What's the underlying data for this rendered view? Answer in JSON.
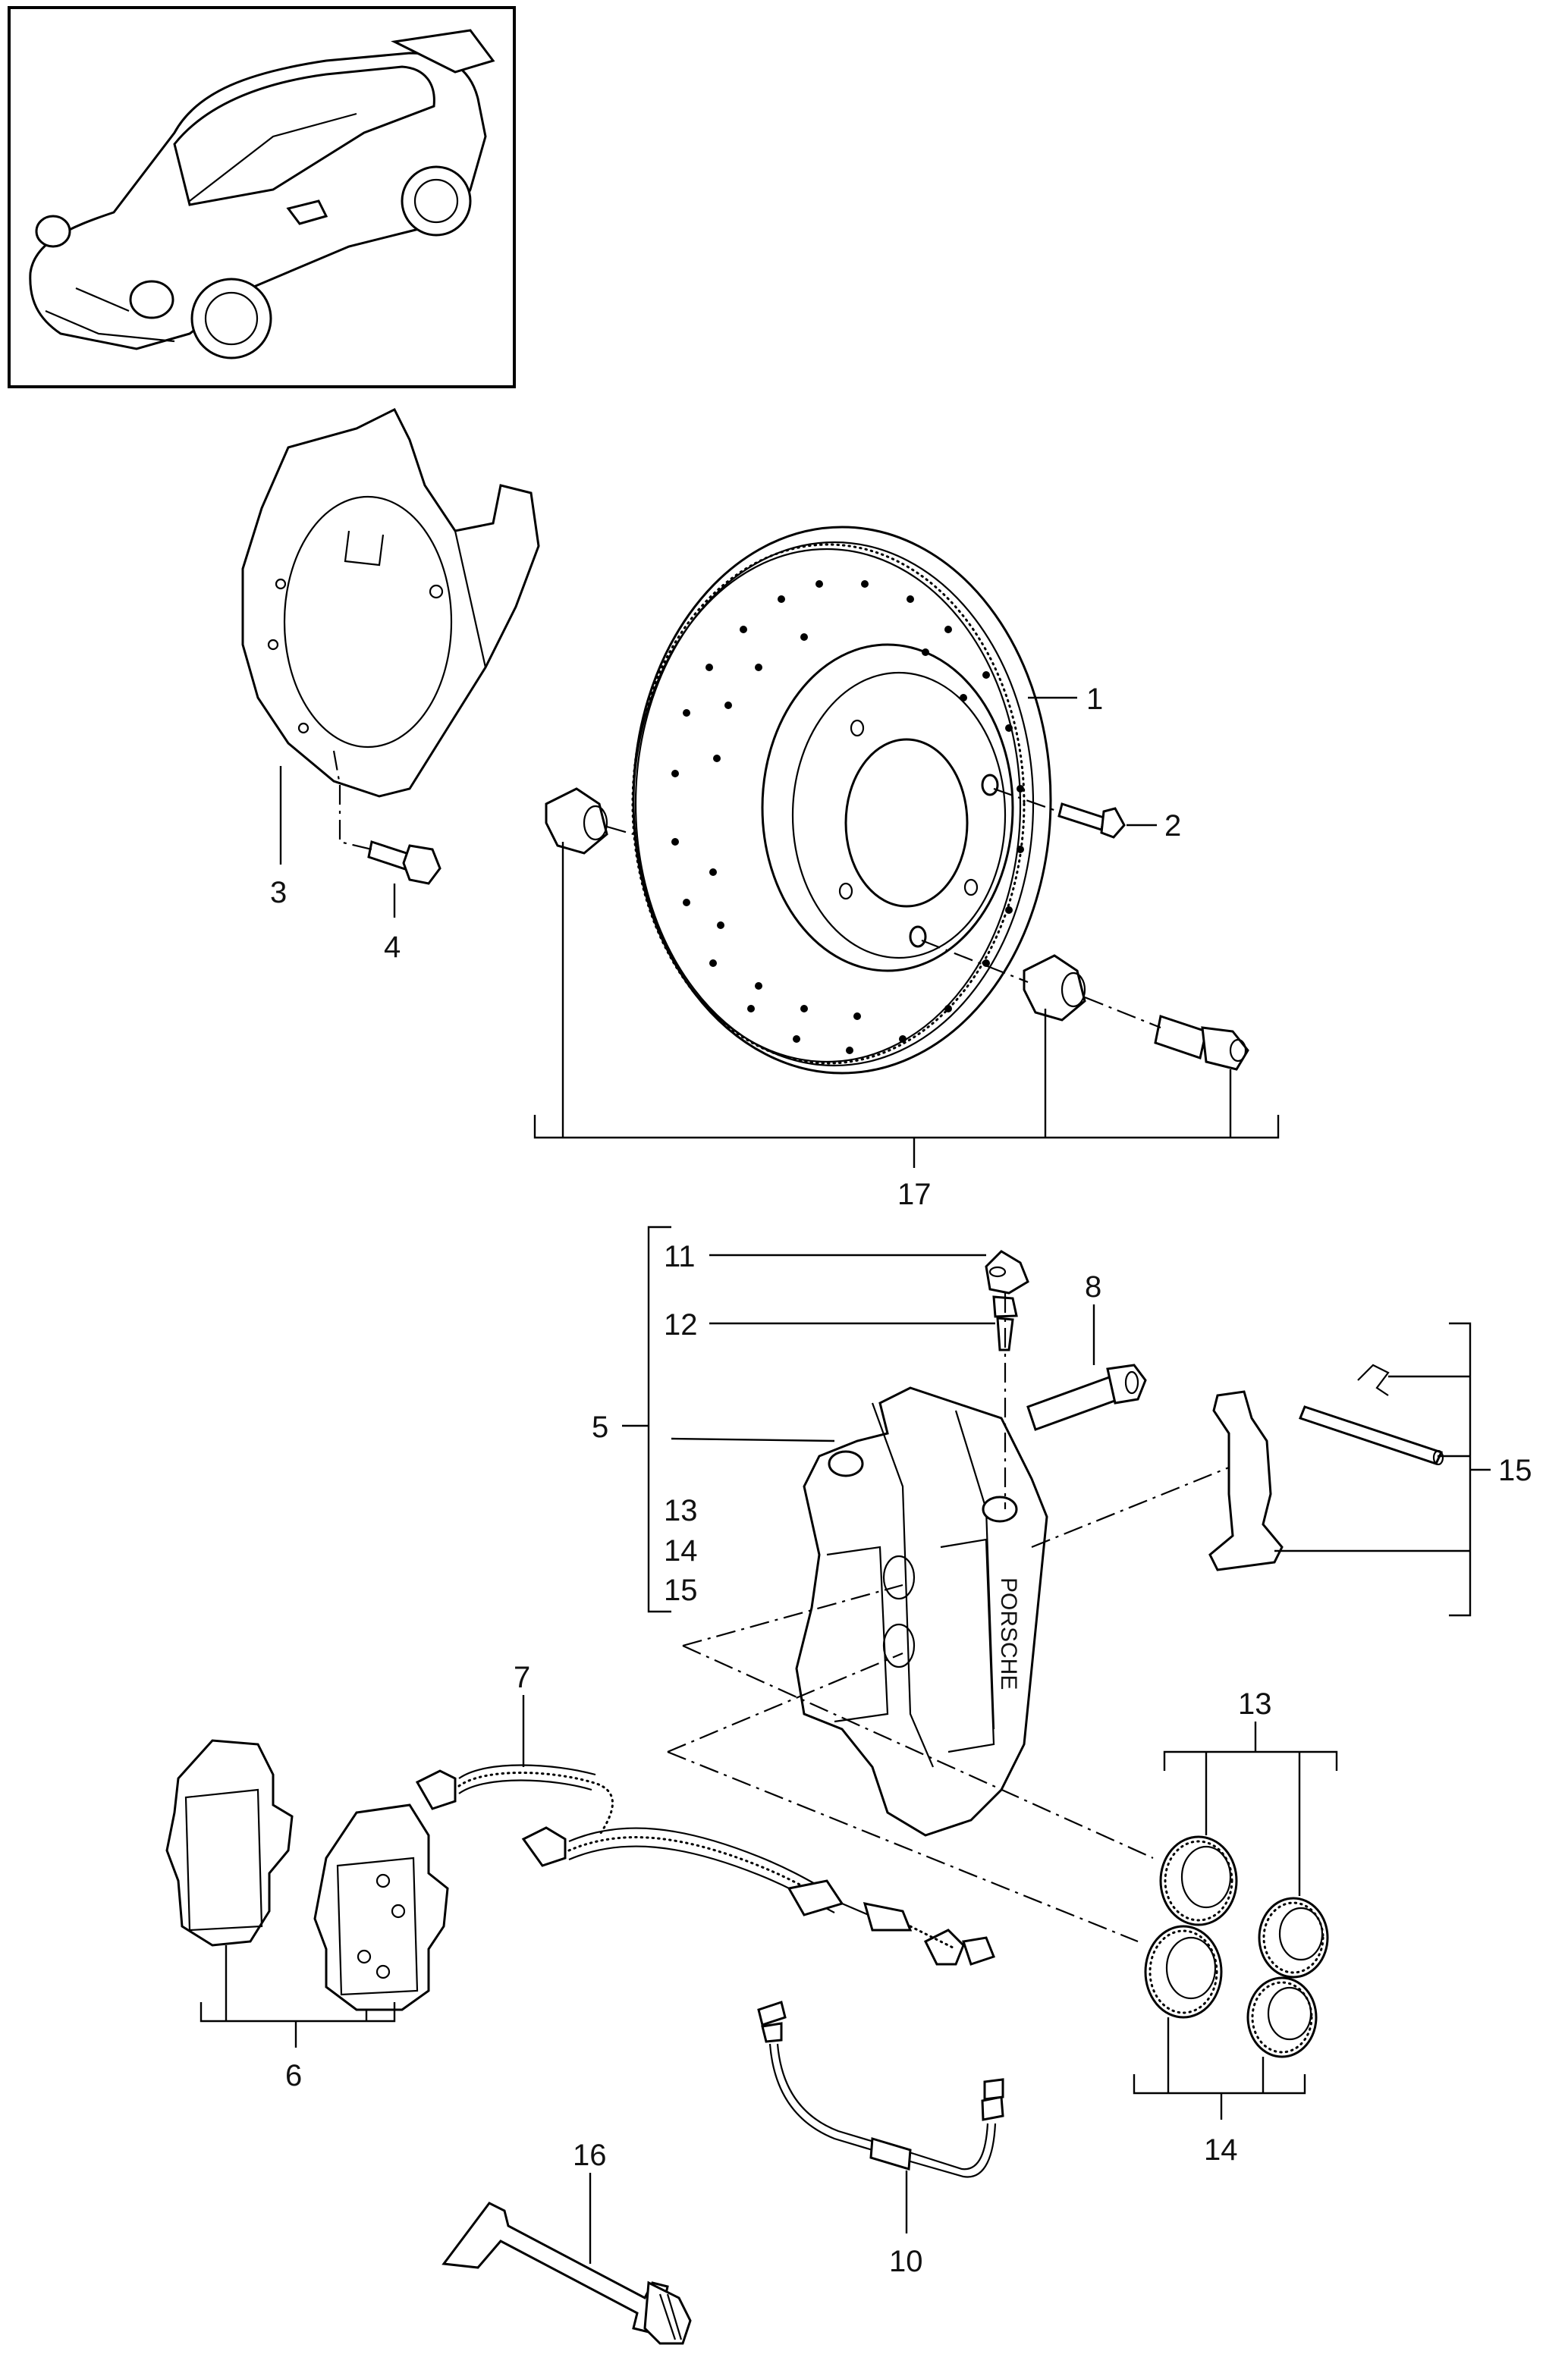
{
  "callouts": {
    "c1": "1",
    "c2": "2",
    "c3": "3",
    "c4": "4",
    "c5": "5",
    "c6": "6",
    "c7": "7",
    "c8": "8",
    "c10": "10",
    "c11": "11",
    "c12": "12",
    "c13a": "13",
    "c14a": "14",
    "c15a": "15",
    "c13b": "13",
    "c14b": "14",
    "c15b": "15",
    "c16": "16",
    "c17": "17"
  },
  "caliper_lettering": "PORSCHE"
}
